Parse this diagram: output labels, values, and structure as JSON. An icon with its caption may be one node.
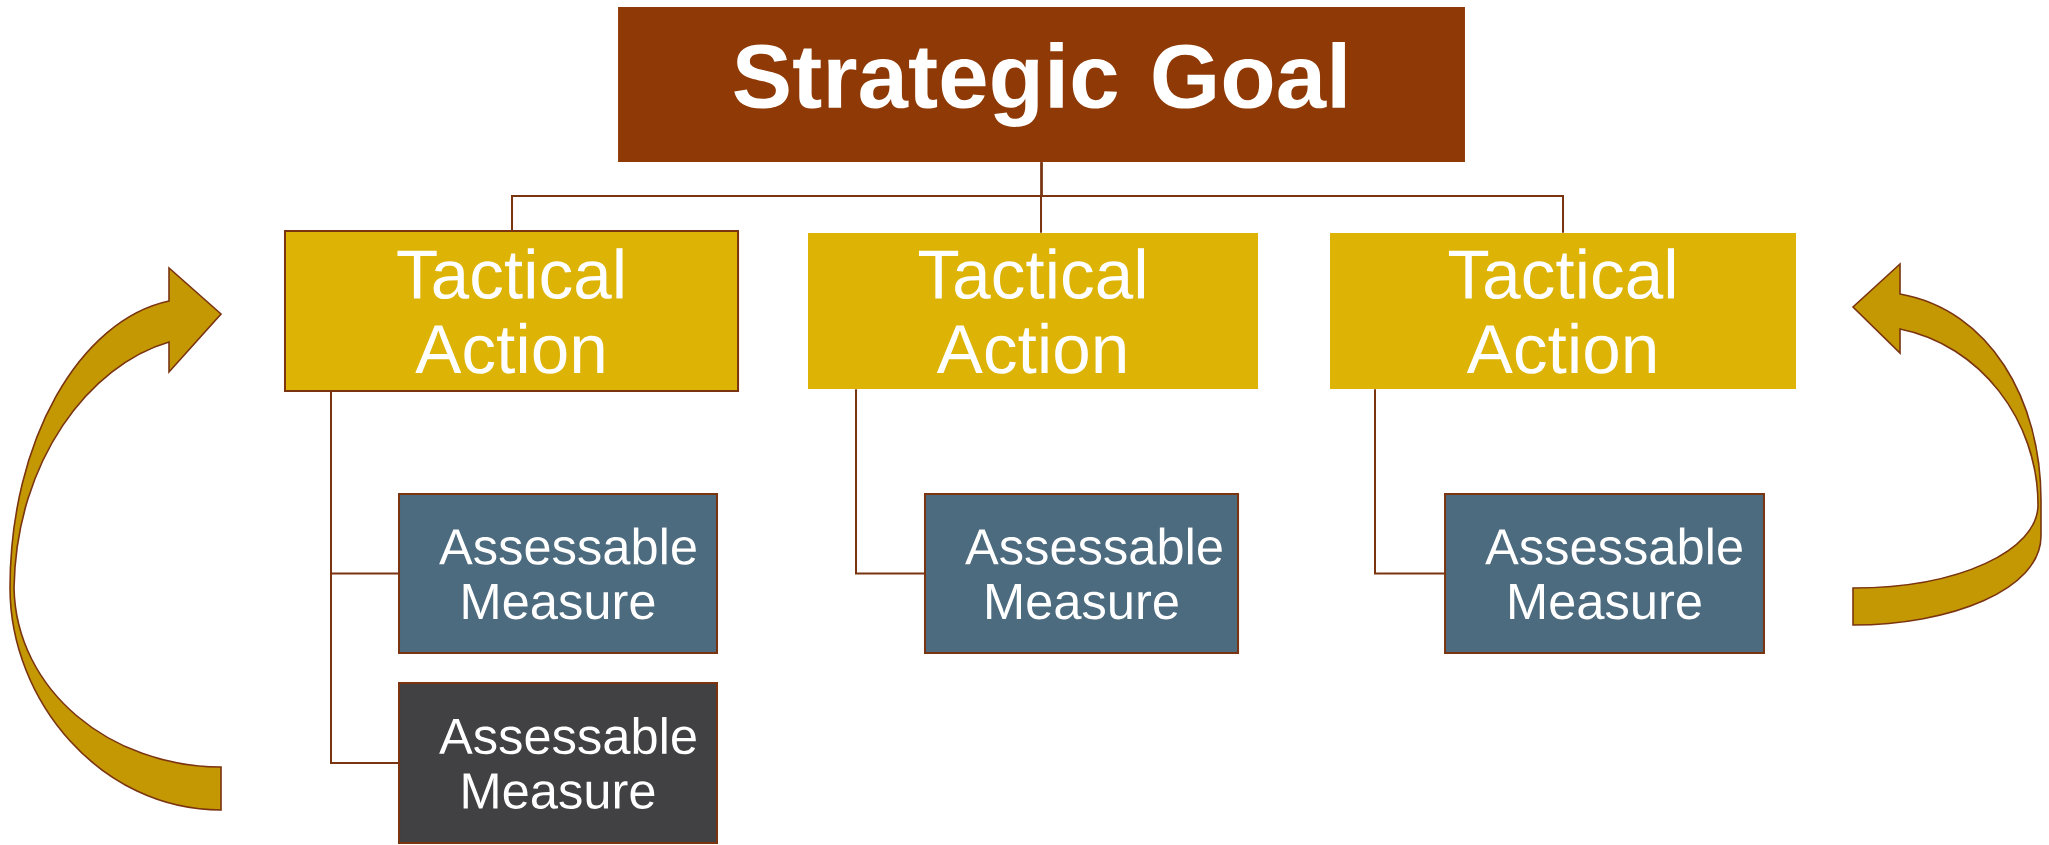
{
  "diagram": {
    "nodes": [
      {
        "text": [
          "Strategic Goal"
        ]
      },
      {
        "text": [
          "Tactical Action"
        ]
      },
      {
        "text": [
          "Tactical Action"
        ]
      },
      {
        "text": [
          "Tactical Action"
        ]
      },
      {
        "text": [
          "Assessable Measure"
        ]
      },
      {
        "text": [
          "Assessable Measure"
        ]
      },
      {
        "text": [
          "Assessable Measure"
        ]
      },
      {
        "text": [
          "Assessable Measure"
        ]
      }
    ],
    "edges": [
      {
        "from": 0,
        "to": 1,
        "arrow": "none"
      },
      {
        "from": 0,
        "to": 2,
        "arrow": "none"
      },
      {
        "from": 0,
        "to": 3,
        "arrow": "none"
      },
      {
        "from": 1,
        "to": 4,
        "arrow": "none"
      },
      {
        "from": 1,
        "to": 7,
        "arrow": "none"
      },
      {
        "from": 2,
        "to": 5,
        "arrow": "none"
      },
      {
        "from": 3,
        "to": 6,
        "arrow": "none"
      }
    ]
  }
}
